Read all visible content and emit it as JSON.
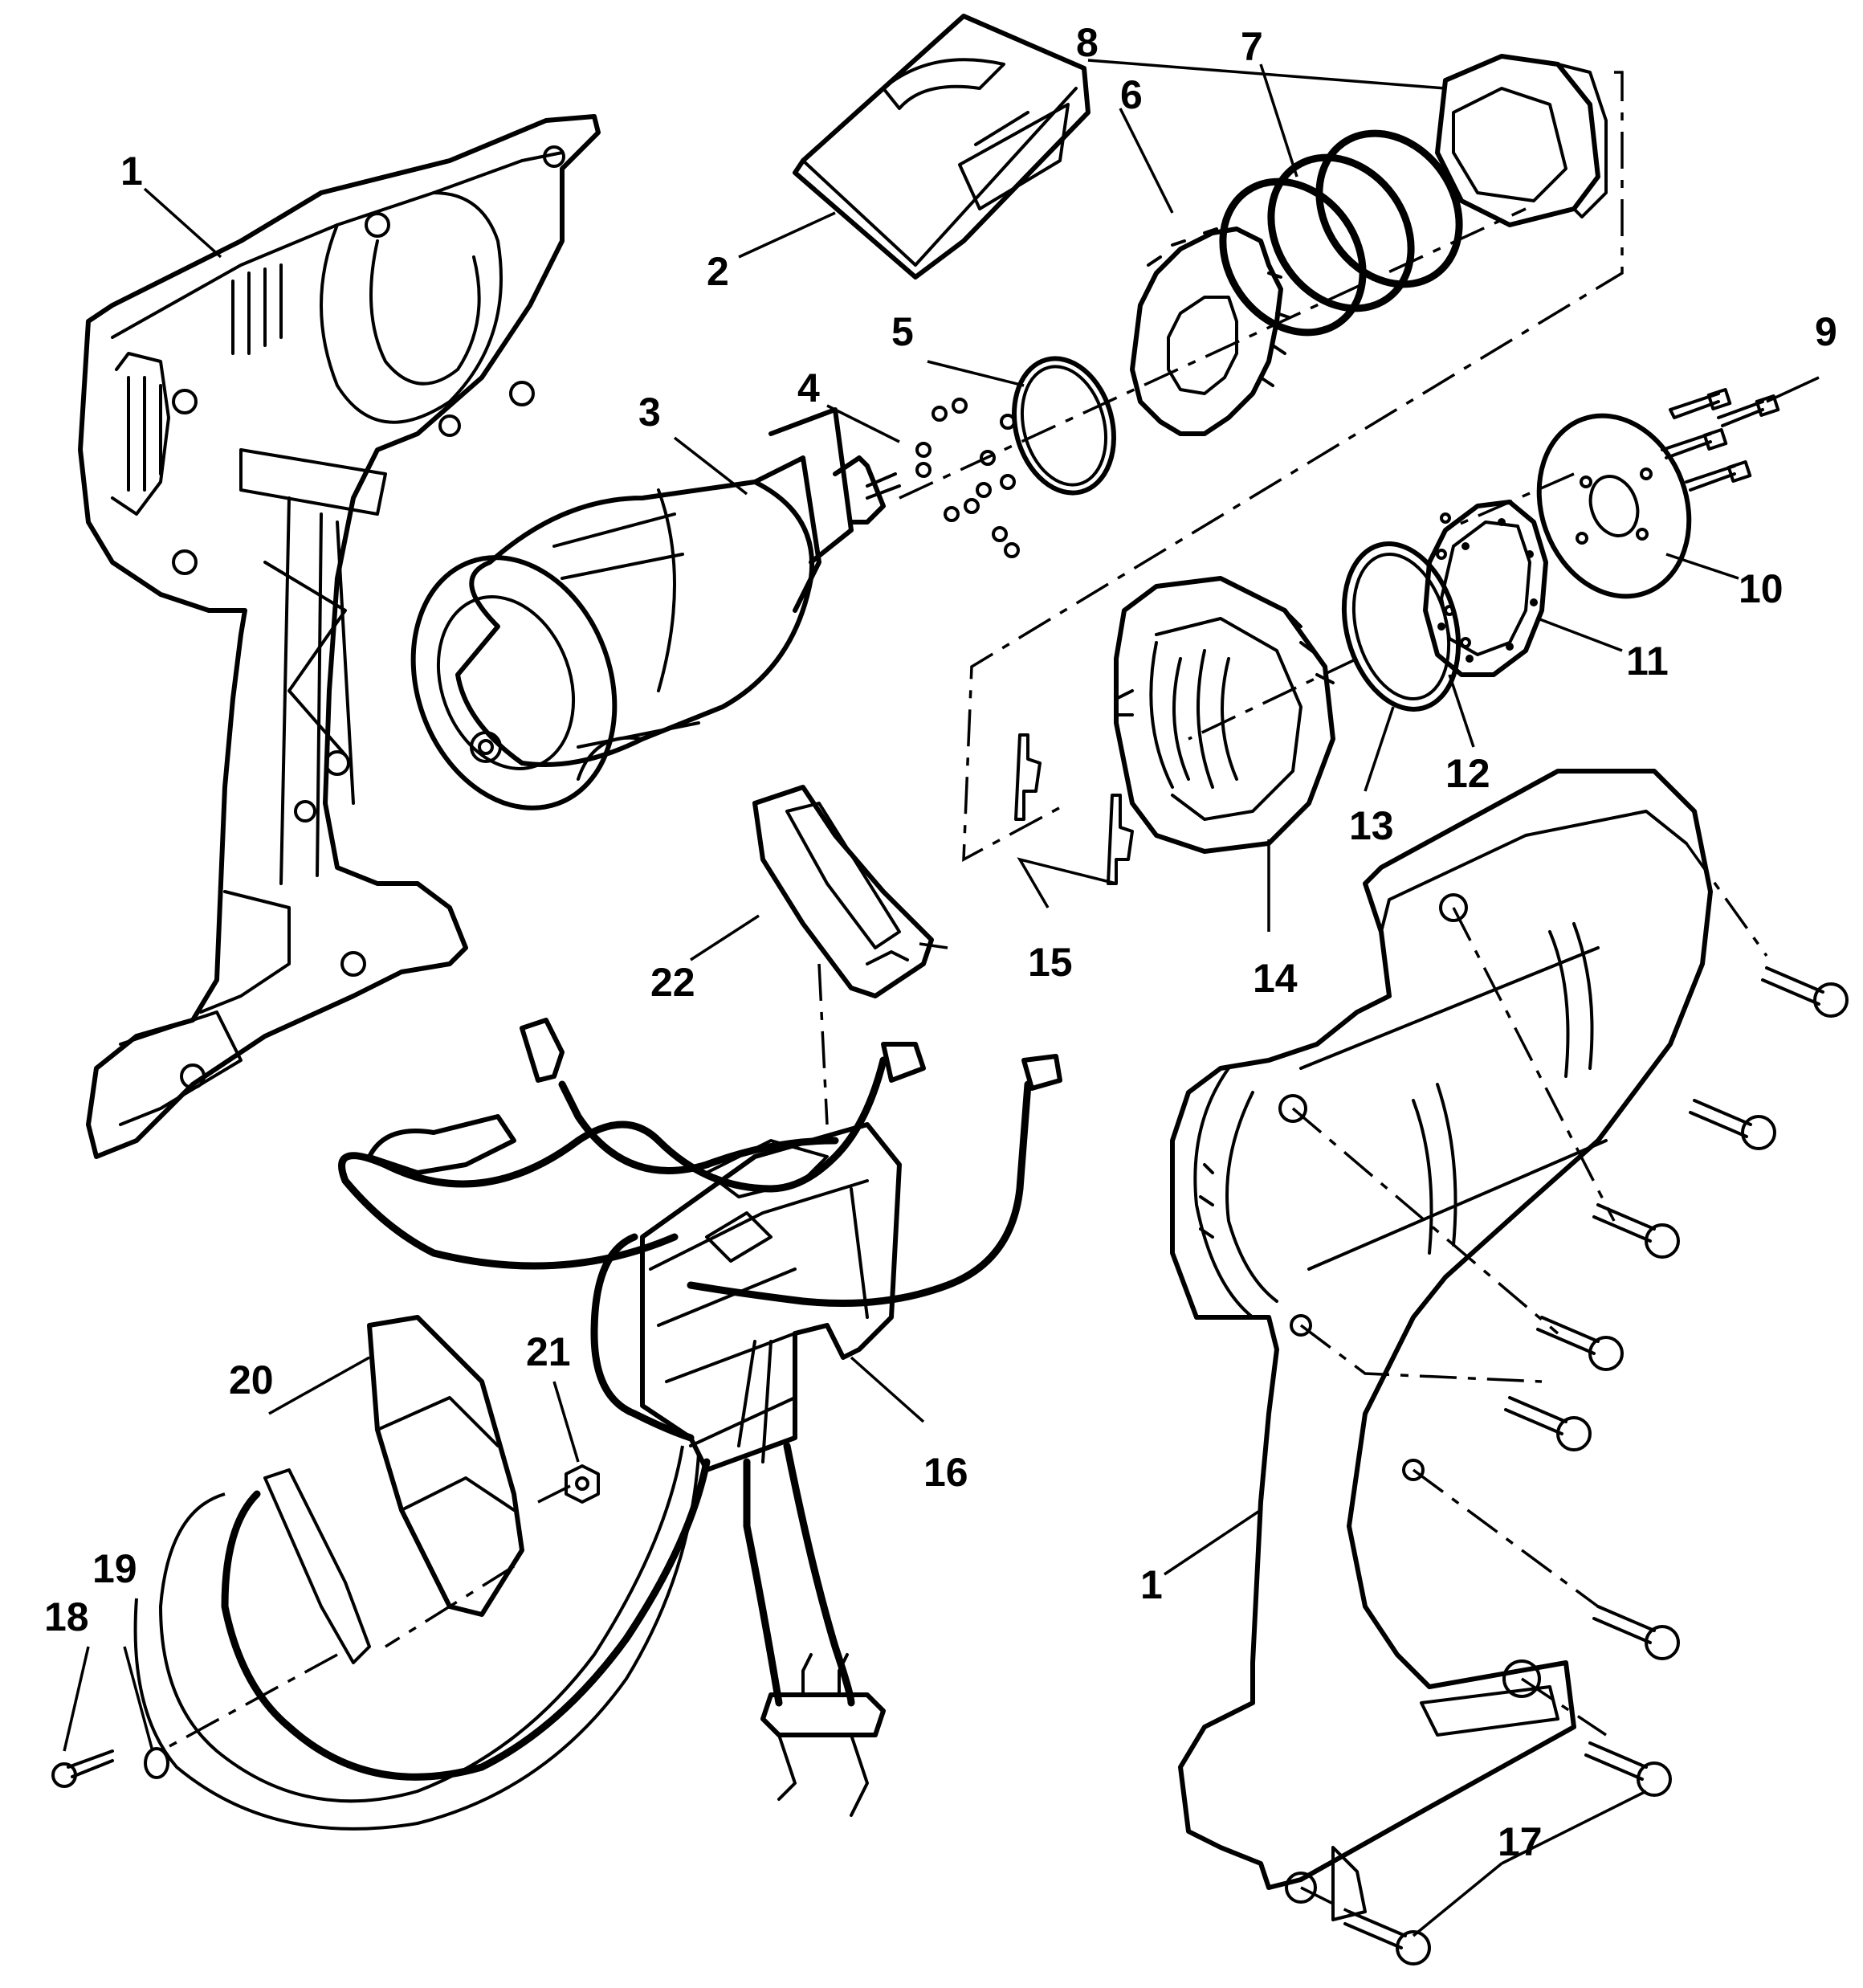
{
  "labels": {
    "p1a": "1",
    "p1b": "1",
    "p2": "2",
    "p3": "3",
    "p4": "4",
    "p5": "5",
    "p6": "6",
    "p7": "7",
    "p8": "8",
    "p9": "9",
    "p10": "10",
    "p11": "11",
    "p12": "12",
    "p13": "13",
    "p14": "14",
    "p15": "15",
    "p16": "16",
    "p17": "17",
    "p18": "18",
    "p19": "19",
    "p20": "20",
    "p21": "21",
    "p22": "22"
  },
  "colors": {
    "line": "#000000",
    "background": "#ffffff"
  }
}
